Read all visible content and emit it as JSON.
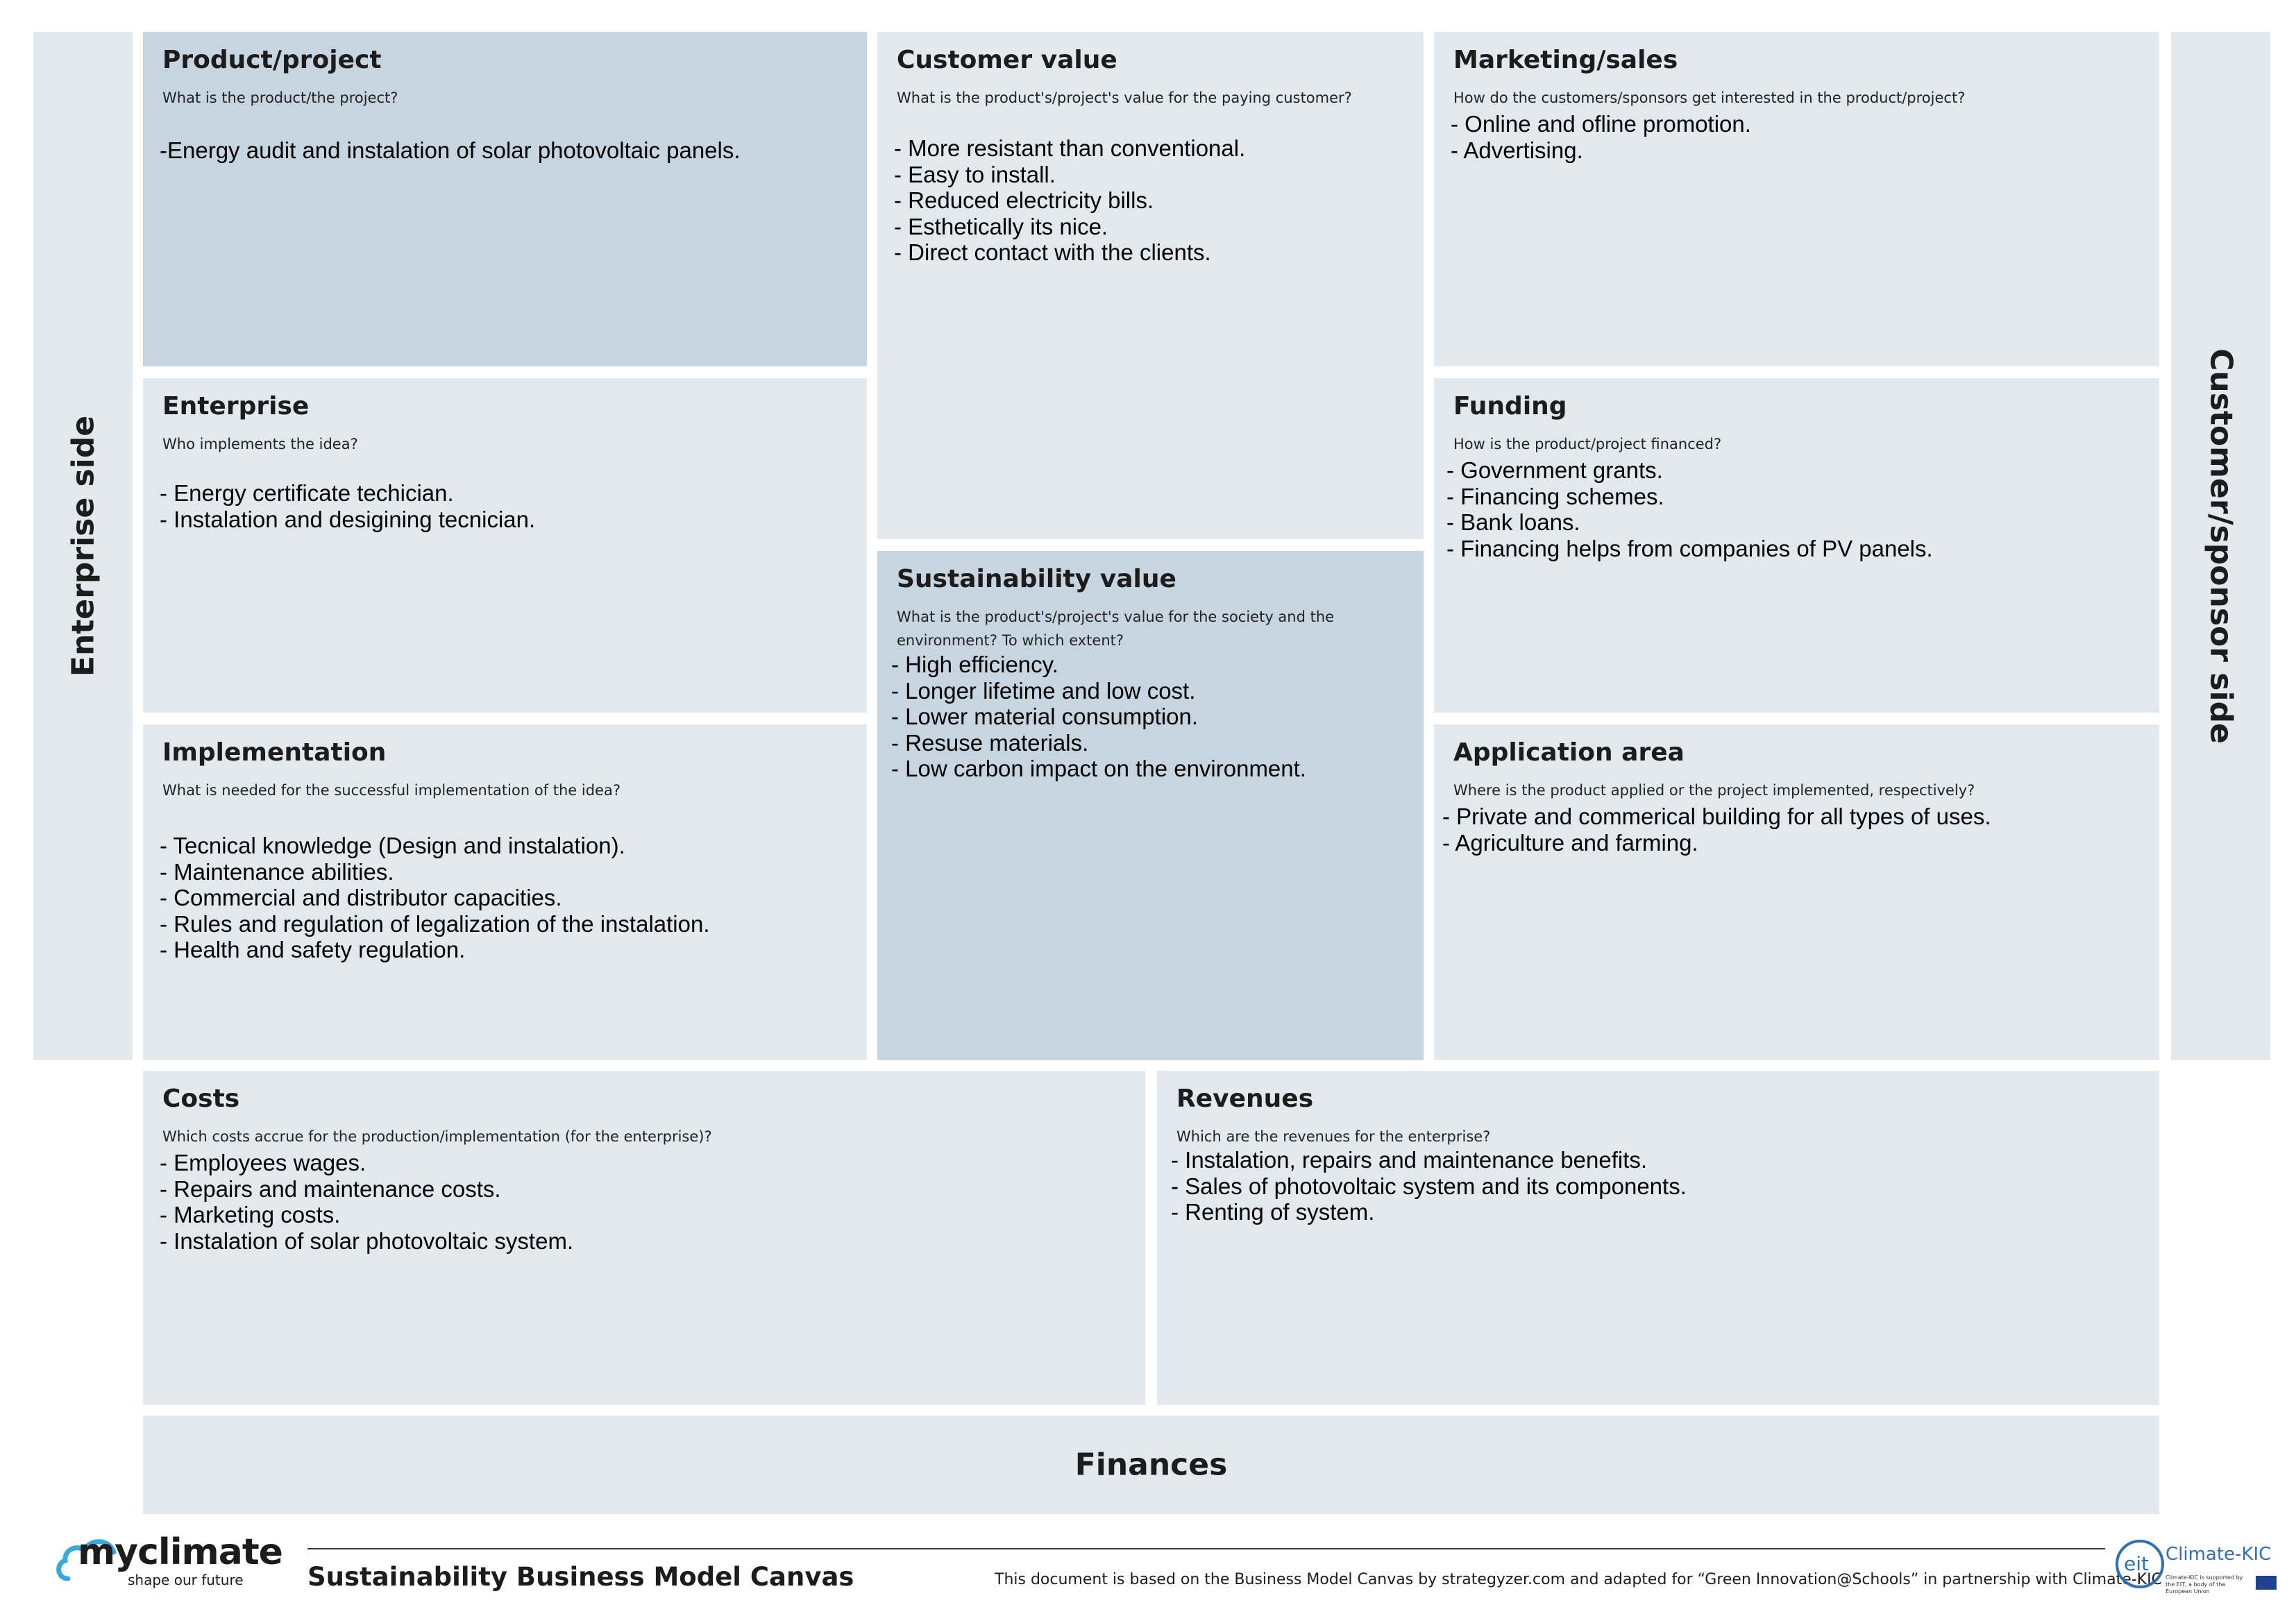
{
  "side_labels": {
    "left": "Enterprise side",
    "right": "Customer/sponsor side"
  },
  "boxes": {
    "product": {
      "title": "Product/project",
      "question": "What is the product/the project?",
      "answers": [
        "-Energy audit and instalation of solar photovoltaic panels."
      ]
    },
    "customer_value": {
      "title": "Customer value",
      "question": "What is the product's/project's value for the paying customer?",
      "answers": [
        "- More resistant than conventional.",
        "- Easy to install.",
        "- Reduced electricity bills.",
        "- Esthetically its nice.",
        "- Direct contact with the clients."
      ]
    },
    "marketing": {
      "title": "Marketing/sales",
      "question": "How do the customers/sponsors get interested in the product/project?",
      "answers": [
        "- Online and ofline promotion.",
        "- Advertising."
      ]
    },
    "enterprise": {
      "title": "Enterprise",
      "question": "Who implements the idea?",
      "answers": [
        "- Energy certificate techician.",
        "- Instalation and desigining tecnician."
      ]
    },
    "funding": {
      "title": "Funding",
      "question": "How is the product/project financed?",
      "answers": [
        "- Government grants.",
        "- Financing schemes.",
        "- Bank loans.",
        "- Financing helps from companies of PV panels."
      ]
    },
    "sustainability": {
      "title": "Sustainability value",
      "question": "What is the product's/project's value for the society and the environment? To which extent?",
      "answers": [
        "- High efficiency.",
        "- Longer lifetime and low cost.",
        "- Lower material consumption.",
        "- Resuse materials.",
        "- Low carbon impact on the environment."
      ]
    },
    "implementation": {
      "title": "Implementation",
      "question": "What is needed for the successful implementation of the idea?",
      "answers": [
        "- Tecnical knowledge (Design and instalation).",
        "- Maintenance abilities.",
        "- Commercial and distributor capacities.",
        "- Rules and regulation of legalization of the instalation.",
        "- Health and safety regulation."
      ]
    },
    "application": {
      "title": "Application area",
      "question": "Where is the product applied or the project implemented, respectively?",
      "answers": [
        "- Private and commerical building for all types of uses.",
        "- Agriculture and farming."
      ]
    },
    "costs": {
      "title": "Costs",
      "question": "Which costs accrue for the production/implementation (for the enterprise)?",
      "answers": [
        "- Employees wages.",
        "- Repairs and maintenance costs.",
        "- Marketing costs.",
        "- Instalation of solar photovoltaic system."
      ]
    },
    "revenues": {
      "title": "Revenues",
      "question": "Which are the revenues for the enterprise?",
      "answers": [
        "- Instalation, repairs and maintenance benefits.",
        "- Sales of photovoltaic system and its components.",
        "- Renting of system."
      ]
    }
  },
  "finances_label": "Finances",
  "footer": {
    "logo_name": "myclimate",
    "logo_tagline": "shape our future",
    "title": "Sustainability Business Model Canvas",
    "note": "This document is based on the Business Model Canvas by strategyzer.com and adapted for “Green Innovation@Schools” in partnership with Climate-KIC",
    "partner_mark": "eit",
    "partner_name": "Climate-KIC",
    "partner_small": "Climate-KIC is supported by the EIT, a body of the European Union"
  },
  "colors": {
    "panel_light": "#e1e9ee",
    "panel_dark": "#c6d5e0",
    "logo_blue": "#3aa8d8",
    "partner_blue": "#2f6fb4"
  }
}
